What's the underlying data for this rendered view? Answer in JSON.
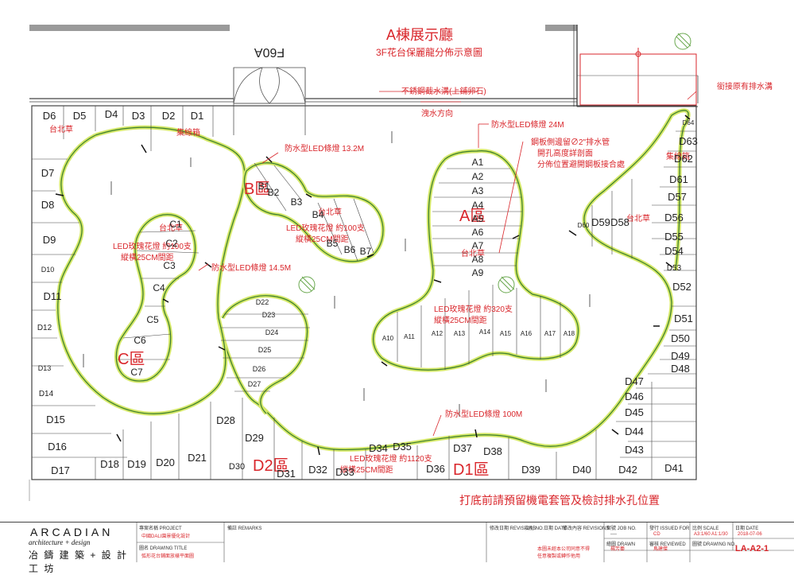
{
  "title": "A棟展示廳",
  "subtitle": "3F花台保麗龍分佈示意圖",
  "mirrored_label": "F60A",
  "notes": {
    "steel_drain": "不銹鋼截水溝(上鋪卵石)",
    "drain_direction": "洩水方向",
    "connect_drain": "銜接原有排水溝",
    "led_24": "防水型LED條燈 24M",
    "pipe_note_1": "鋼板側邊留∅2\"排水管",
    "pipe_note_2": "開孔高度詳剖面",
    "pipe_note_3": "分佈位置避開鋼板接合處",
    "led_13": "防水型LED條燈 13.2M",
    "led_14": "防水型LED條燈 14.5M",
    "led_100": "防水型LED條燈 100M",
    "bottom_warning": "打底前請預留機電套管及檢討排水孔位置"
  },
  "zones": {
    "a": "A區",
    "b": "B區",
    "c": "C區",
    "d1": "D1區",
    "d2": "D2區"
  },
  "zone_notes": {
    "a_rose_1": "LED玫瑰花燈  約320支",
    "a_rose_2": "縱橫25CM間距",
    "a_grass": "台北草",
    "b_grass": "台北草",
    "b_rose_1": "LED玫瑰花燈  約100支",
    "b_rose_2": "縱橫25CM間距",
    "c_grass": "台北草",
    "c_rose_1": "LED玫瑰花燈  約100支",
    "c_rose_2": "縱橫25CM間距",
    "d_rose_1": "LED玫瑰花燈  約1120支",
    "d_rose_2": "縱橫25CM間距",
    "d_grass_left": "台北草",
    "d_box_left": "集線箱",
    "d_grass_right": "台北草",
    "d_box_right": "集線箱"
  },
  "a_left_labels": [
    "A1",
    "A2",
    "A3",
    "A4",
    "A5",
    "A6",
    "A7",
    "A8",
    "A9"
  ],
  "a_bottom_labels": [
    "A10",
    "A11",
    "A12",
    "A13",
    "A14",
    "A15",
    "A16",
    "A17",
    "A18"
  ],
  "b_labels": [
    "B1",
    "B2",
    "B3",
    "B4",
    "B5",
    "B6",
    "B7"
  ],
  "c_labels": [
    "C1",
    "C2",
    "C3",
    "C4",
    "C5",
    "C6",
    "C7"
  ],
  "d_mid_labels": [
    "D22",
    "D23",
    "D24",
    "D25",
    "D26",
    "D27"
  ],
  "d_top_labels": [
    "D6",
    "D5",
    "D4",
    "D3",
    "D2",
    "D1"
  ],
  "d_left_labels": [
    "D7",
    "D8",
    "D9",
    "D10",
    "D11",
    "D12",
    "D13",
    "D14",
    "D15",
    "D16",
    "D17"
  ],
  "d_bottom_labels": [
    "D18",
    "D19",
    "D20",
    "D21",
    "D28",
    "D29",
    "D30",
    "D31",
    "D32",
    "D33",
    "D34",
    "D35",
    "D36",
    "D37",
    "D38",
    "D39",
    "D40",
    "D42",
    "D41"
  ],
  "d_right_labels": [
    "D64",
    "D63",
    "D62",
    "D61",
    "D57",
    "D56",
    "D55",
    "D54",
    "D53",
    "D52",
    "D51",
    "D50",
    "D49",
    "D48",
    "D47",
    "D46",
    "D45",
    "D44",
    "D43",
    "D60",
    "D59",
    "D58"
  ],
  "title_block": {
    "logo_word": "ARCADIAN",
    "logo_sub": "architecture + design",
    "logo_cn": "冶 鑄 建 築 + 設 計 工 坊",
    "project_label": "專案名稱 PROJECT",
    "project_value": "中國DALI園景優化設計",
    "drawing_title_label": "圖名 DRAWING TITLE",
    "drawing_title_value": "弧形花台鋪面放樣平面圖",
    "remarks_label": "備註 REMARKS",
    "revision_date_label": "修改日期 REVISIONS",
    "revision_no_label": "次別 NO.",
    "revision_date_label2": "日期 DATE",
    "revision_content_label": "修改內容 REVISIONS",
    "note_red_1": "本圖未經本公司同意不得",
    "note_red_2": "任意複製或轉作他用",
    "job_no_label": "案號 JOB NO.",
    "job_no_value": "----",
    "issued_label": "發行 ISSUED FOR",
    "issued_value": "CD",
    "scale_label": "比例 SCALE",
    "scale_value": "A3:1/60 A1:1/30",
    "date_label": "日期 DATE",
    "date_value": "2018-07-06",
    "drawn_label": "繪圖 DRAWN",
    "drawn_value": "楊芳蓁",
    "reviewed_label": "審核 REVIEWED",
    "reviewed_value": "馬建傑",
    "drawing_no_label": "圖號 DRAWING NO.",
    "drawing_no_value": "LA-A2-1"
  },
  "colors": {
    "annotation": "#d9262b",
    "planter_outline": "#3a7d2a",
    "planter_glow": "#d5e86a",
    "line": "#333333"
  }
}
